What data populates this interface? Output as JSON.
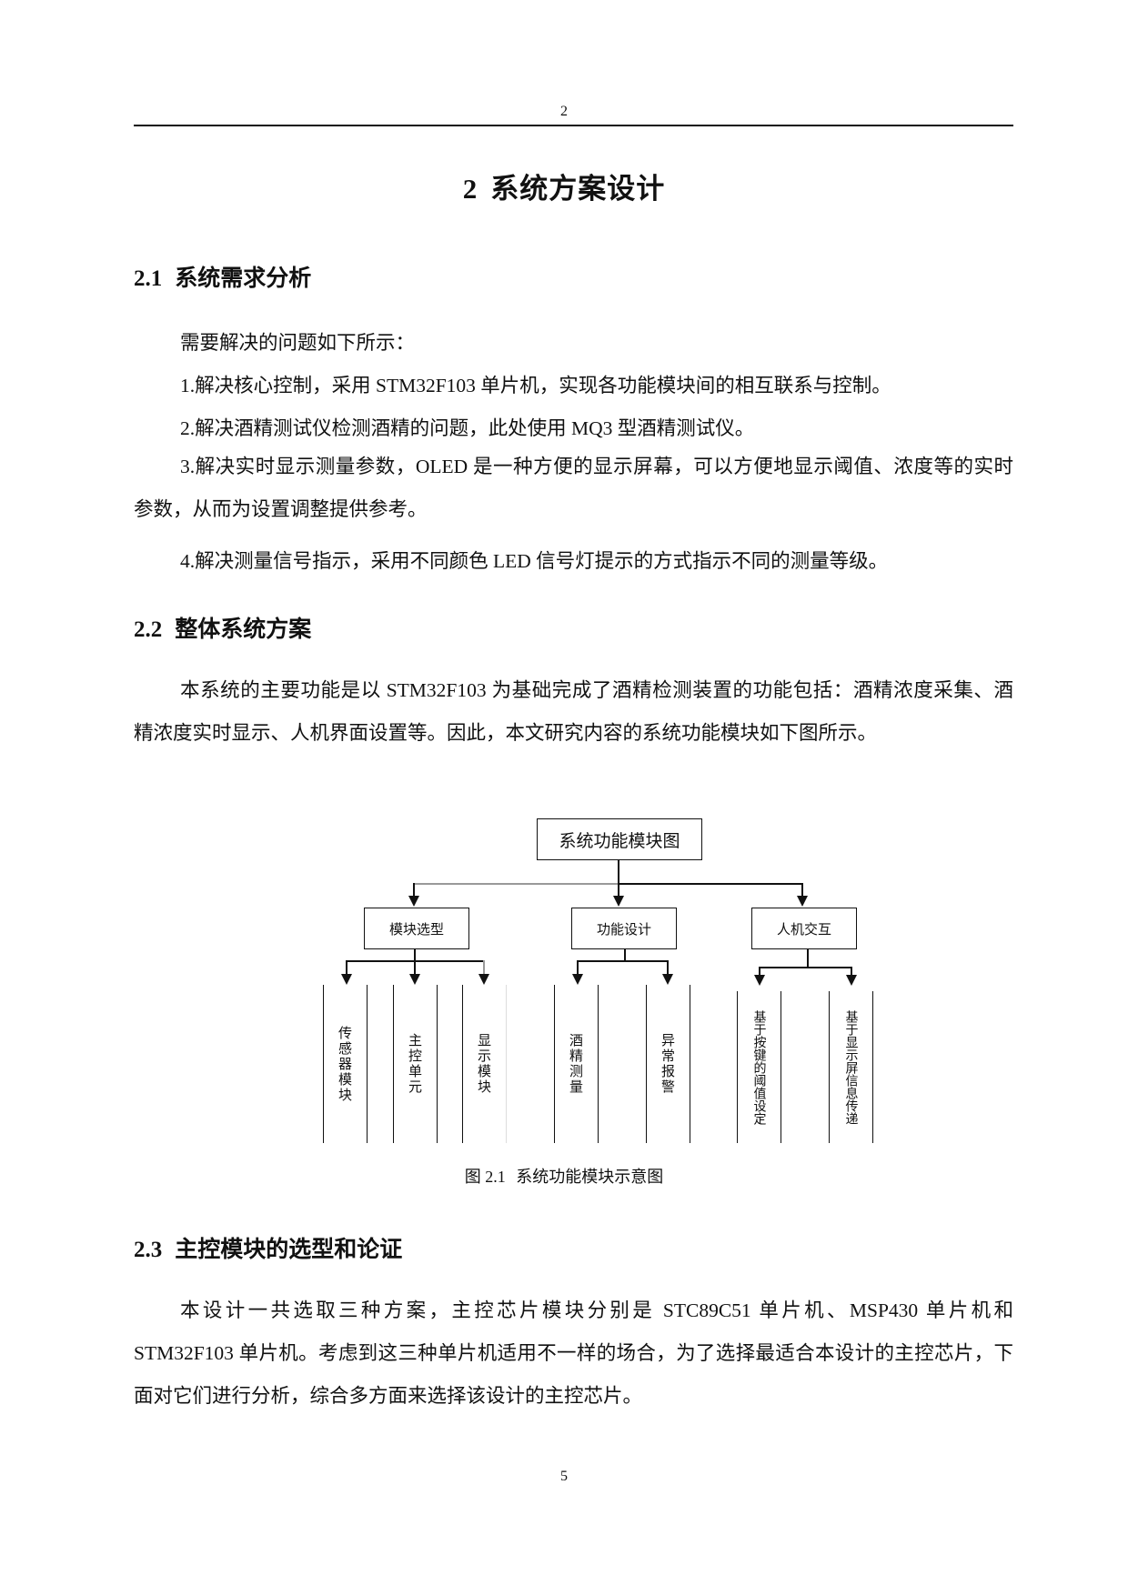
{
  "header": {
    "page_number": "2"
  },
  "chapter": {
    "number": "2",
    "title": "系统方案设计"
  },
  "sections": [
    {
      "number": "2.1",
      "title": "系统需求分析",
      "intro": "需要解决的问题如下所示：",
      "items": [
        "1.解决核心控制，采用 STM32F103 单片机，实现各功能模块间的相互联系与控制。",
        "2.解决酒精测试仪检测酒精的问题，此处使用 MQ3 型酒精测试仪。",
        "3.解决实时显示测量参数，OLED 是一种方便的显示屏幕，可以方便地显示阈值、浓度等的实时参数，从而为设置调整提供参考。",
        "4.解决测量信号指示，采用不同颜色 LED 信号灯提示的方式指示不同的测量等级。"
      ]
    },
    {
      "number": "2.2",
      "title": "整体系统方案",
      "paragraph": "本系统的主要功能是以 STM32F103 为基础完成了酒精检测装置的功能包括：酒精浓度采集、酒精浓度实时显示、人机界面设置等。因此，本文研究内容的系统功能模块如下图所示。"
    },
    {
      "number": "2.3",
      "title": "主控模块的选型和论证",
      "paragraph": "本设计一共选取三种方案，主控芯片模块分别是 STC89C51 单片机、MSP430 单片机和 STM32F103 单片机。考虑到这三种单片机适用不一样的场合，为了选择最适合本设计的主控芯片，下面对它们进行分析，综合多方面来选择该设计的主控芯片。"
    }
  ],
  "diagram": {
    "root": "系统功能模块图",
    "groups": [
      {
        "label": "模块选型",
        "children": [
          "传感器模块",
          "主控单元",
          "显示模块"
        ]
      },
      {
        "label": "功能设计",
        "children": [
          "酒精测量",
          "异常报警"
        ]
      },
      {
        "label": "人机交互",
        "children": [
          "基于按键的阈值设定",
          "基于显示屏信息传递"
        ]
      }
    ]
  },
  "figure": {
    "number": "图 2.1",
    "caption": "系统功能模块示意图"
  },
  "footer": {
    "page_number": "5"
  }
}
